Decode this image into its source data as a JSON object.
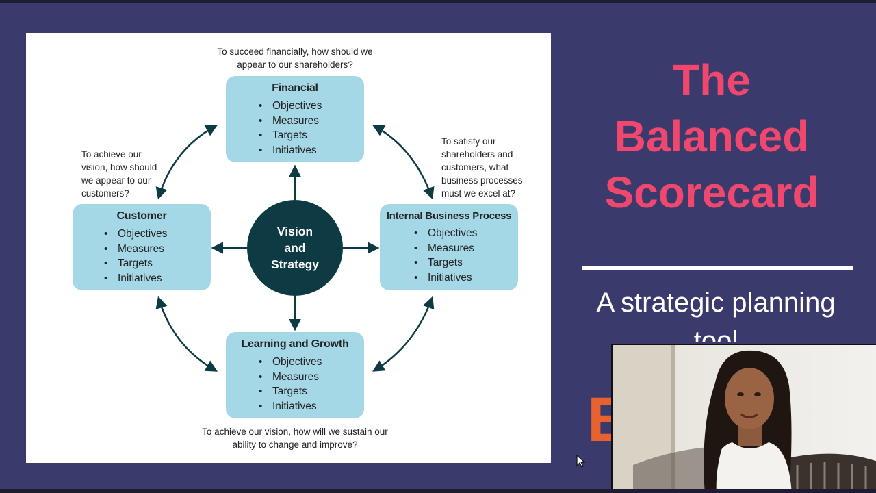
{
  "diagram": {
    "center": {
      "lines": [
        "Vision",
        "and",
        "Strategy"
      ]
    },
    "perspectives": {
      "financial": {
        "title": "Financial",
        "items": [
          "Objectives",
          "Measures",
          "Targets",
          "Initiatives"
        ],
        "question": [
          "To succeed financially, how should we",
          "appear to our shareholders?"
        ]
      },
      "customer": {
        "title": "Customer",
        "items": [
          "Objectives",
          "Measures",
          "Targets",
          "Initiatives"
        ],
        "question": [
          "To achieve our",
          "vision, how should",
          "we appear to our",
          "customers?"
        ]
      },
      "internal": {
        "title": "Internal Business Process",
        "items": [
          "Objectives",
          "Measures",
          "Targets",
          "Initiatives"
        ],
        "question": [
          "To satisfy our",
          "shareholders and",
          "customers, what",
          "business processes",
          "must we excel at?"
        ]
      },
      "learning": {
        "title": "Learning and Growth",
        "items": [
          "Objectives",
          "Measures",
          "Targets",
          "Initiatives"
        ],
        "question": [
          "To achieve our vision, how will we sustain our",
          "ability to change and improve?"
        ]
      }
    },
    "colors": {
      "box": "#a5d8e6",
      "circle": "#0e3a44",
      "arrow": "#0e3a44"
    }
  },
  "slide": {
    "title_lines": [
      "The",
      "Balanced",
      "Scorecard"
    ],
    "subtitle_lines": [
      "A strategic planning",
      "tool"
    ],
    "partial_letter": "E",
    "colors": {
      "background": "#3b3a6c",
      "title": "#f0476f",
      "subtitle": "#ffffff"
    }
  },
  "webcam": {
    "icon": "presenter-video-feed"
  },
  "cursor": {
    "icon": "mouse-pointer-icon"
  }
}
